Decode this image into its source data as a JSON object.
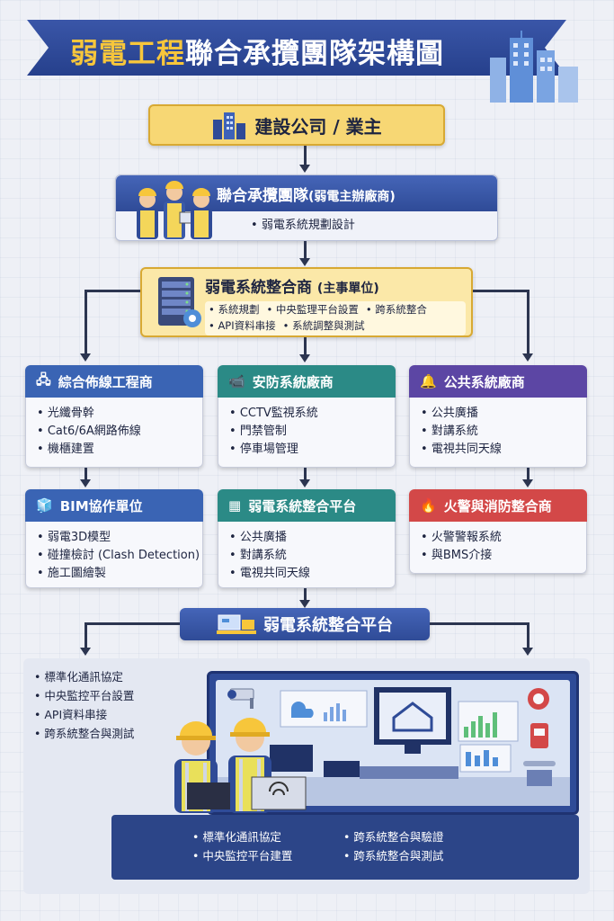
{
  "title": {
    "gold": "弱電工程",
    "white": "聯合承攬團隊架構圖"
  },
  "owner": {
    "label": "建設公司 / 業主"
  },
  "joint": {
    "title": "聯合承攬團隊",
    "subtitle": "(弱電主辦廠商)",
    "item": "弱電系統規劃設計"
  },
  "integrator": {
    "title": "弱電系統整合商",
    "subtitle": "(主事單位)",
    "items_row1": [
      "系統規劃",
      "中央監理平台設置",
      "跨系統整合"
    ],
    "items_row2": [
      "API資料串接",
      "系統調整與測試"
    ]
  },
  "tier2": [
    {
      "title": "綜合佈線工程商",
      "color": "#3a64b4",
      "items": [
        "光纖骨幹",
        "Cat6/6A網路佈線",
        "機櫃建置"
      ]
    },
    {
      "title": "安防系統廠商",
      "color": "#2b8a86",
      "items": [
        "CCTV監視系統",
        "門禁管制",
        "停車場管理"
      ]
    },
    {
      "title": "公共系統廠商",
      "color": "#5c46a4",
      "items": [
        "公共廣播",
        "對講系統",
        "電視共同天線"
      ]
    }
  ],
  "tier3": [
    {
      "title": "BIM協作單位",
      "color": "#3a64b4",
      "items": [
        "弱電3D模型",
        "碰撞檢討 (Clash Detection)",
        "施工圖繪製"
      ]
    },
    {
      "title": "弱電系統整合平台",
      "color": "#2b8a86",
      "items": [
        "公共廣播",
        "對講系統",
        "電視共同天線"
      ]
    },
    {
      "title": "火警與消防整合商",
      "color": "#d34848",
      "items": [
        "火警警報系統",
        "與BMS介接"
      ]
    }
  ],
  "platform": {
    "title": "弱電系統整合平台",
    "left_items": [
      "標準化通訊協定",
      "中央監控平台設置",
      "API資料串接",
      "跨系統整合與測試"
    ],
    "bottom_left": [
      "標準化通訊協定",
      "中央監控平台建置"
    ],
    "bottom_right": [
      "跨系統整合與驗證",
      "跨系統整合與測試"
    ]
  },
  "colors": {
    "navy": "#2f4b97",
    "gold": "#f7c63b",
    "teal": "#2b8a86",
    "purple": "#5c46a4",
    "red": "#d34848"
  }
}
